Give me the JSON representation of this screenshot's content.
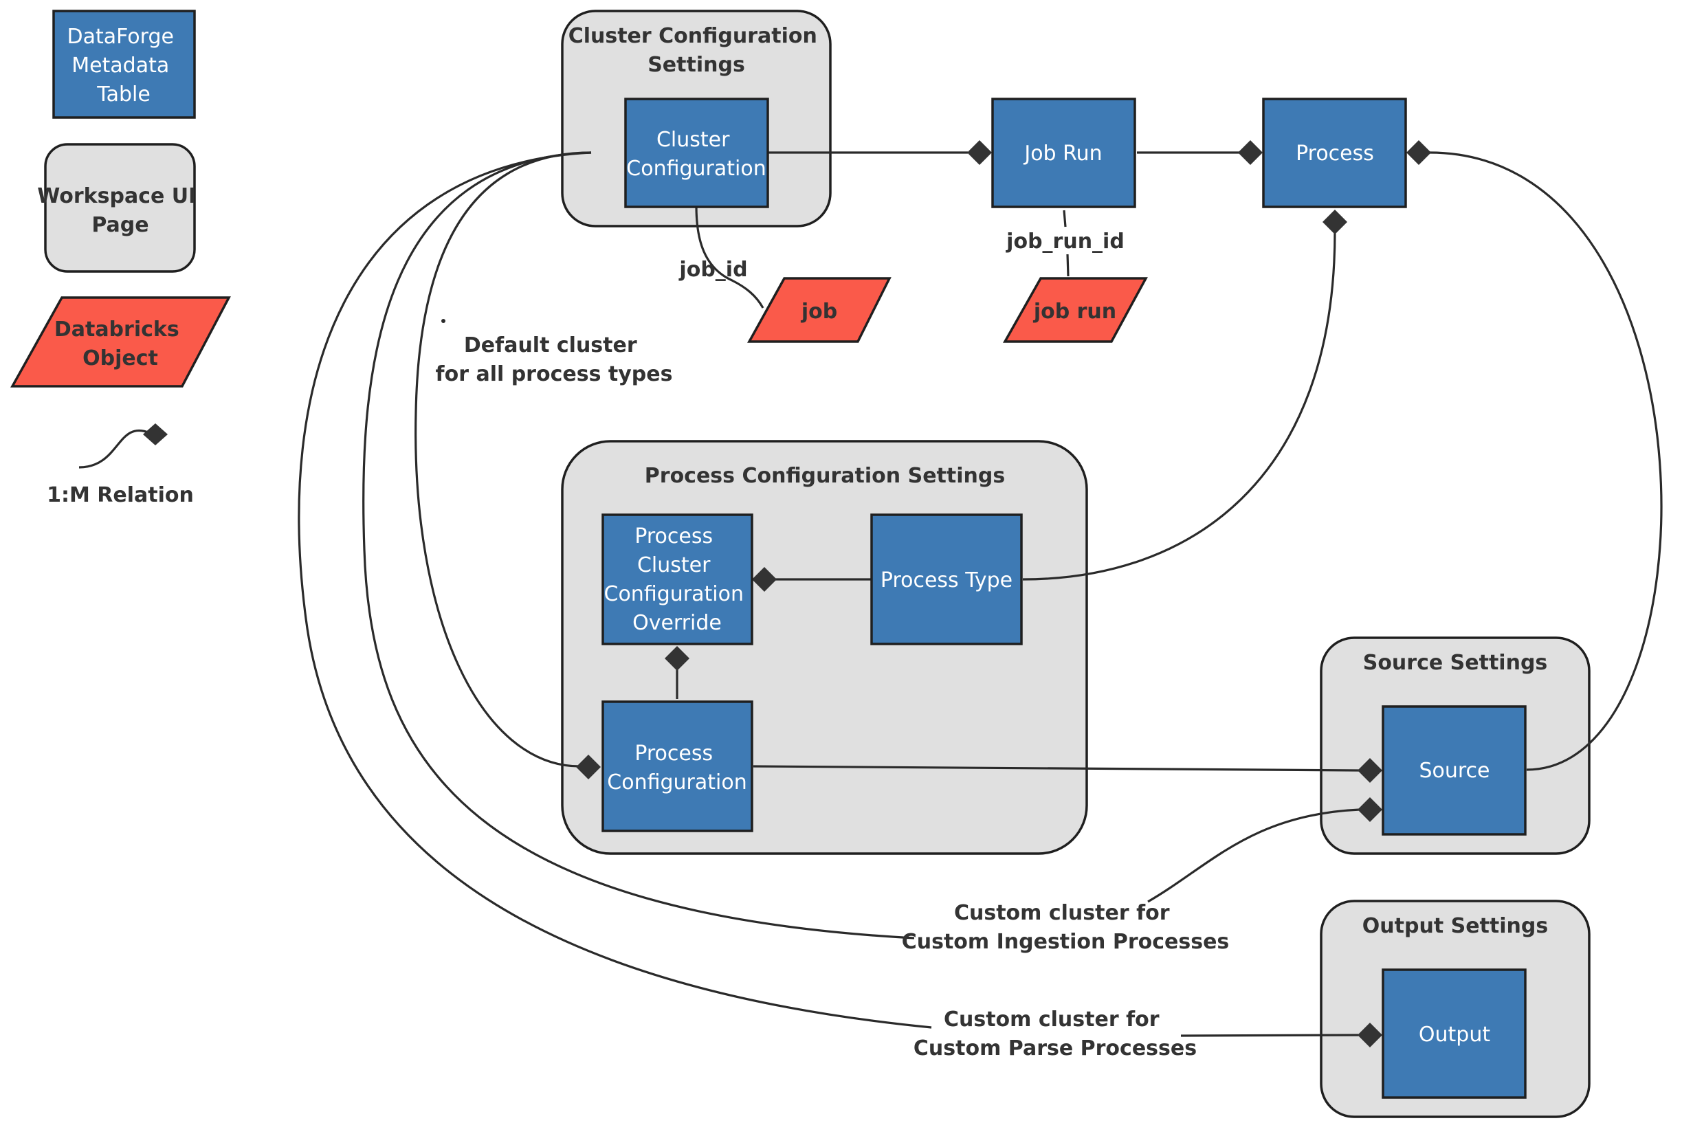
{
  "legend": {
    "metadata_table": [
      "DataForge",
      "Metadata",
      "Table"
    ],
    "workspace_page": [
      "Workspace UI",
      "Page"
    ],
    "databricks_object": [
      "Databricks",
      "Object"
    ],
    "relation": "1:M Relation"
  },
  "groups": {
    "cluster_settings": [
      "Cluster Configuration",
      "Settings"
    ],
    "process_settings": "Process Configuration Settings",
    "source_settings": "Source Settings",
    "output_settings": "Output Settings"
  },
  "tables": {
    "cluster_configuration": [
      "Cluster",
      "Configuration"
    ],
    "job_run": "Job Run",
    "process": "Process",
    "process_cluster_override": [
      "Process",
      "Cluster",
      "Configuration",
      "Override"
    ],
    "process_type": "Process Type",
    "process_configuration": [
      "Process",
      "Configuration"
    ],
    "source": "Source",
    "output": "Output"
  },
  "databricks_objects": {
    "job": "job",
    "job_run": "job run"
  },
  "labels": {
    "job_id": "job_id",
    "job_run_id": "job_run_id",
    "default_cluster": [
      "Default cluster",
      "for all process types"
    ],
    "custom_ingestion": [
      "Custom cluster for",
      "Custom Ingestion Processes"
    ],
    "custom_parse": [
      "Custom cluster for",
      "Custom Parse Processes"
    ]
  },
  "colors": {
    "table_fill": "#3e7ab4",
    "group_fill": "#e0e0e0",
    "databricks_fill": "#fa5a4a",
    "stroke": "#1f1f1f"
  }
}
